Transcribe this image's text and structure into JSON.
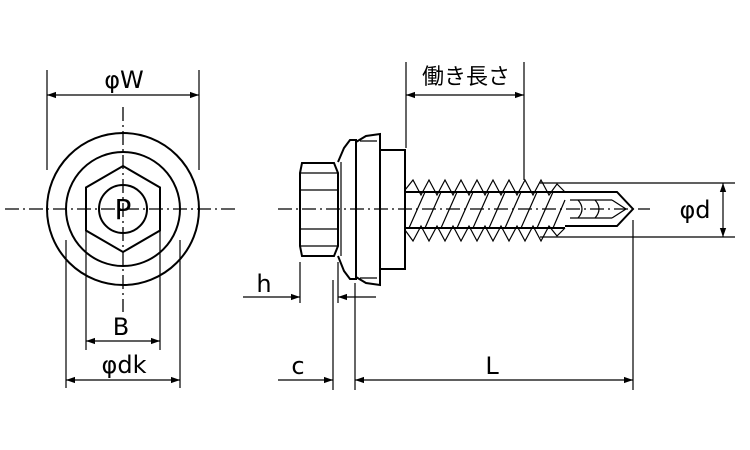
{
  "labels": {
    "phi_w": "φW",
    "p_mark": "P",
    "b": "B",
    "phi_dk": "φdk",
    "working_length": "働き長さ",
    "phi_d": "φd",
    "h": "h",
    "c": "c",
    "l": "L"
  }
}
